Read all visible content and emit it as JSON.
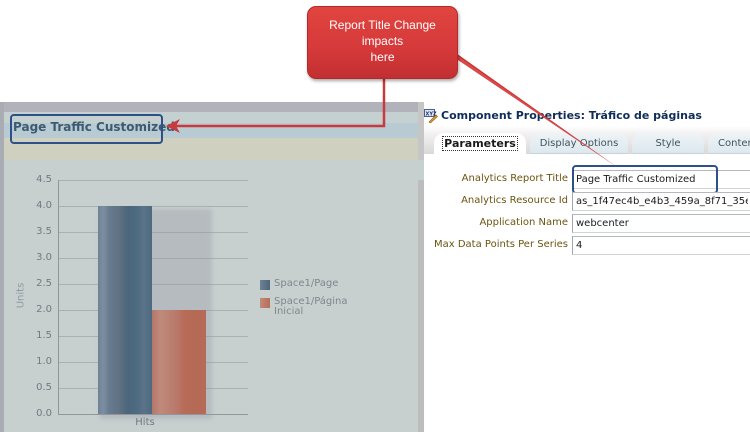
{
  "callout": {
    "lines": [
      "Report Title Change",
      "impacts",
      "here"
    ],
    "color": "#d5393a"
  },
  "left_panel": {
    "report_title": "Page Traffic Customized",
    "highlight_color": "#2d5089"
  },
  "chart_data": {
    "type": "bar",
    "title": "Page Traffic Customized",
    "categories": [
      "Hits"
    ],
    "series": [
      {
        "name": "Space1/Page",
        "values": [
          4.0
        ],
        "color": "#5a7186"
      },
      {
        "name": "Space1/Página Inicial",
        "values": [
          2.0
        ],
        "color": "#b8735f"
      }
    ],
    "xlabel": "",
    "ylabel": "Units",
    "ylim": [
      0,
      4.5
    ],
    "yticks": [
      "0.0",
      "0.5",
      "1.0",
      "1.5",
      "2.0",
      "2.5",
      "3.0",
      "3.5",
      "4.0",
      "4.5"
    ],
    "grid": true,
    "legend_position": "right"
  },
  "legend": {
    "items": [
      {
        "label": "Space1/Page"
      },
      {
        "label_line1": "Space1/Página",
        "label_line2": "Inicial"
      }
    ]
  },
  "properties": {
    "title": "Component Properties: Tráfico de páginas",
    "icon": "xyz-pencil-icon",
    "tabs": [
      {
        "label": "Parameters",
        "active": true
      },
      {
        "label": "Display Options",
        "active": false
      },
      {
        "label": "Style",
        "active": false
      },
      {
        "label": "Conten",
        "active": false
      }
    ],
    "fields": [
      {
        "label": "Analytics Report Title",
        "value": "Page Traffic Customized"
      },
      {
        "label": "Analytics Resource Id",
        "value": "as_1f47ec4b_e4b3_459a_8f71_35e"
      },
      {
        "label": "Application Name",
        "value": "webcenter"
      },
      {
        "label": "Max Data Points Per Series",
        "value": "4"
      }
    ]
  }
}
